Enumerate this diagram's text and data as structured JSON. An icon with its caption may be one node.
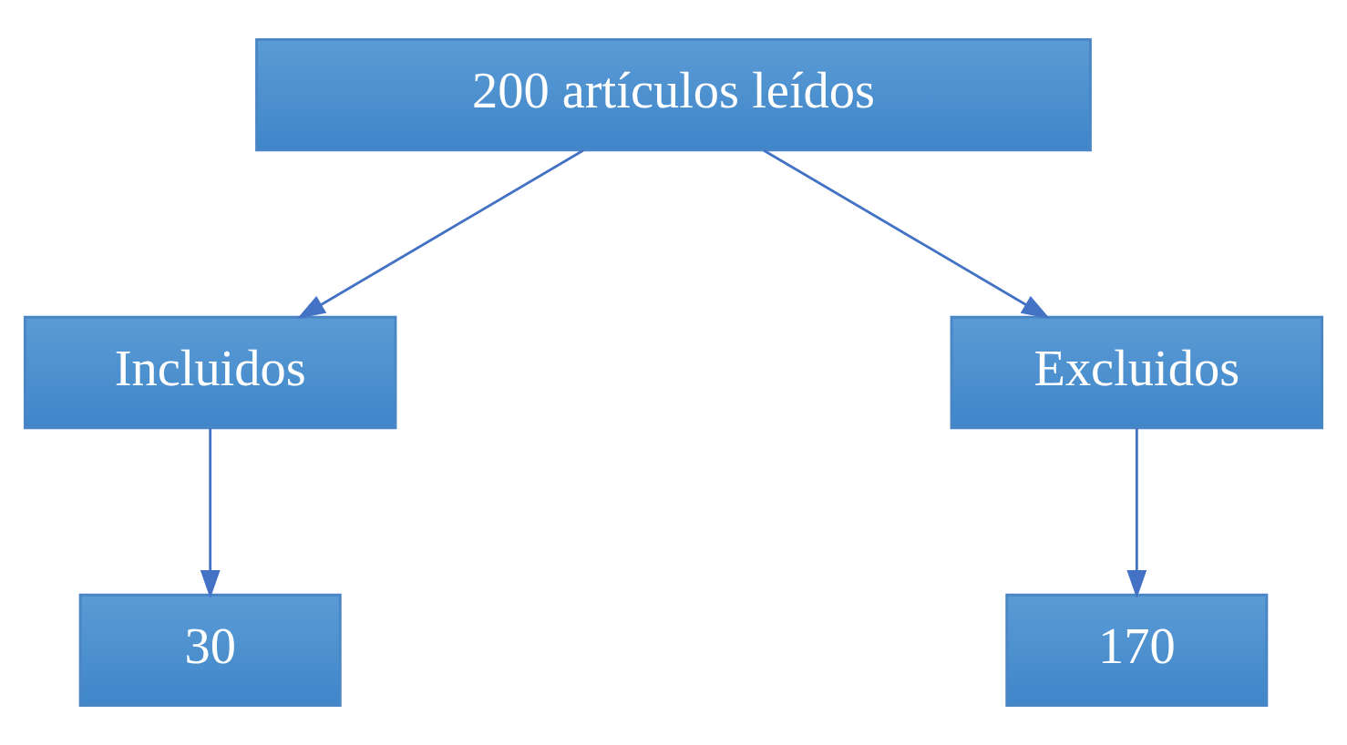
{
  "diagram": {
    "nodes": [
      {
        "text": [
          "200 artículos leídos"
        ]
      },
      {
        "text": [
          "Incluidos"
        ]
      },
      {
        "text": [
          "Excluidos"
        ]
      },
      {
        "text": [
          "30"
        ]
      },
      {
        "text": [
          "170"
        ]
      }
    ],
    "edges": [
      {
        "from": 0,
        "to": 1,
        "arrow": "to"
      },
      {
        "from": 0,
        "to": 2,
        "arrow": "to"
      },
      {
        "from": 1,
        "to": 3,
        "arrow": "to"
      },
      {
        "from": 2,
        "to": 4,
        "arrow": "to"
      }
    ]
  }
}
